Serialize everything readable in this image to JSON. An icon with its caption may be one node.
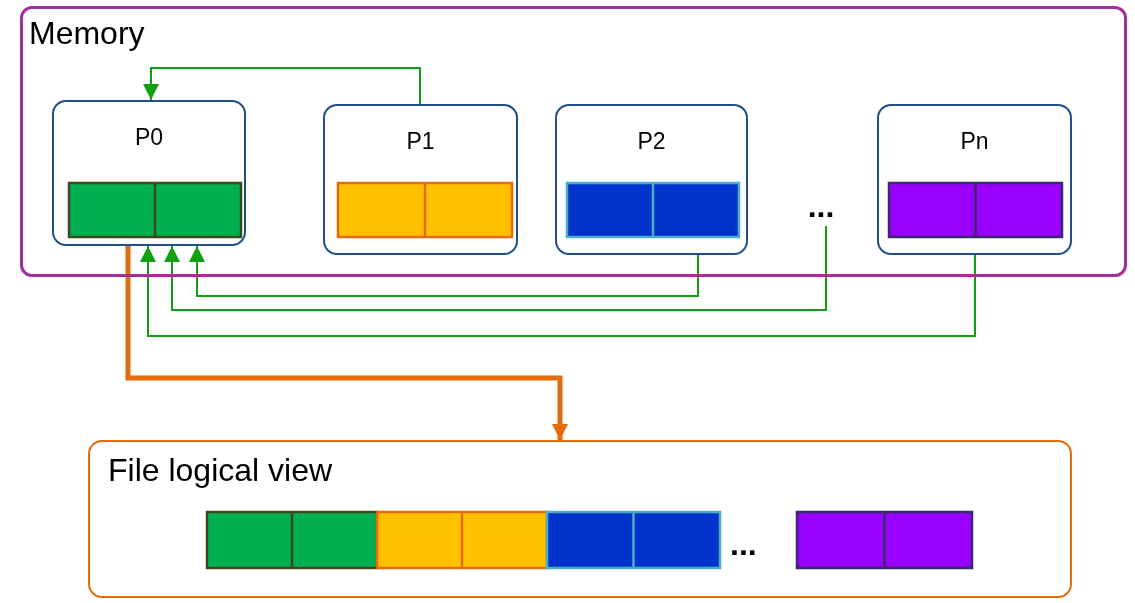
{
  "diagram": {
    "nodes": [
      {
        "text": [
          "Memory"
        ]
      },
      {
        "text": [
          "P0"
        ],
        "in": 0
      },
      {
        "text": [
          "P1"
        ],
        "in": 0
      },
      {
        "text": [
          "P2"
        ],
        "in": 0
      },
      {
        "text": [
          "..."
        ],
        "in": 0
      },
      {
        "text": [
          "Pn"
        ],
        "in": 0
      },
      {
        "text": [
          "File logical view"
        ]
      }
    ],
    "edges": [
      {
        "from": 2,
        "to": 1,
        "arrow": "to"
      },
      {
        "from": 3,
        "to": 1,
        "arrow": "to"
      },
      {
        "from": 4,
        "to": 1,
        "arrow": "to"
      },
      {
        "from": 5,
        "to": 1,
        "arrow": "to"
      },
      {
        "from": 1,
        "to": 6,
        "arrow": "to",
        "style": "thick",
        "color": "#e46c0a"
      }
    ],
    "labels": [
      "..."
    ]
  }
}
